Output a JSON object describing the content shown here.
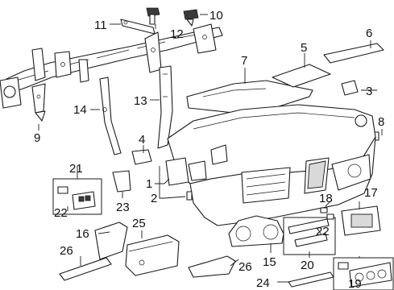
{
  "callouts": {
    "c1": "1",
    "c2": "2",
    "c3": "3",
    "c4": "4",
    "c5": "5",
    "c6": "6",
    "c7": "7",
    "c8": "8",
    "c9": "9",
    "c10": "10",
    "c11": "11",
    "c12": "12",
    "c13": "13",
    "c14": "14",
    "c15": "15",
    "c16": "16",
    "c17": "17",
    "c18": "18",
    "c19": "19",
    "c20": "20",
    "c21": "21",
    "c22a": "22",
    "c22b": "22",
    "c23": "23",
    "c24": "24",
    "c25": "25",
    "c26a": "26",
    "c26b": "26"
  }
}
